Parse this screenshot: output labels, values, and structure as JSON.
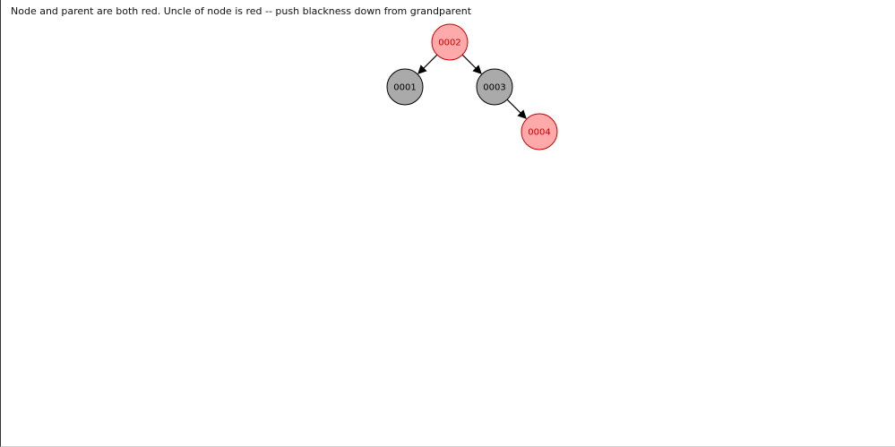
{
  "status": {
    "message": "Node and parent are both red.  Uncle of node is red -- push blackness down from grandparent"
  },
  "colors": {
    "red_fill": "#ffaaaa",
    "red_stroke": "#cc0000",
    "red_text": "#cc0000",
    "black_fill": "#aaaaaa",
    "black_stroke": "#000000",
    "black_text": "#000000",
    "edge": "#000000"
  },
  "tree": {
    "nodes": [
      {
        "id": "n2",
        "label": "0002",
        "color": "red"
      },
      {
        "id": "n1",
        "label": "0001",
        "color": "black"
      },
      {
        "id": "n3",
        "label": "0003",
        "color": "black"
      },
      {
        "id": "n4",
        "label": "0004",
        "color": "red"
      }
    ],
    "edges": [
      {
        "from": "n2",
        "to": "n1"
      },
      {
        "from": "n2",
        "to": "n3"
      },
      {
        "from": "n3",
        "to": "n4"
      }
    ]
  }
}
